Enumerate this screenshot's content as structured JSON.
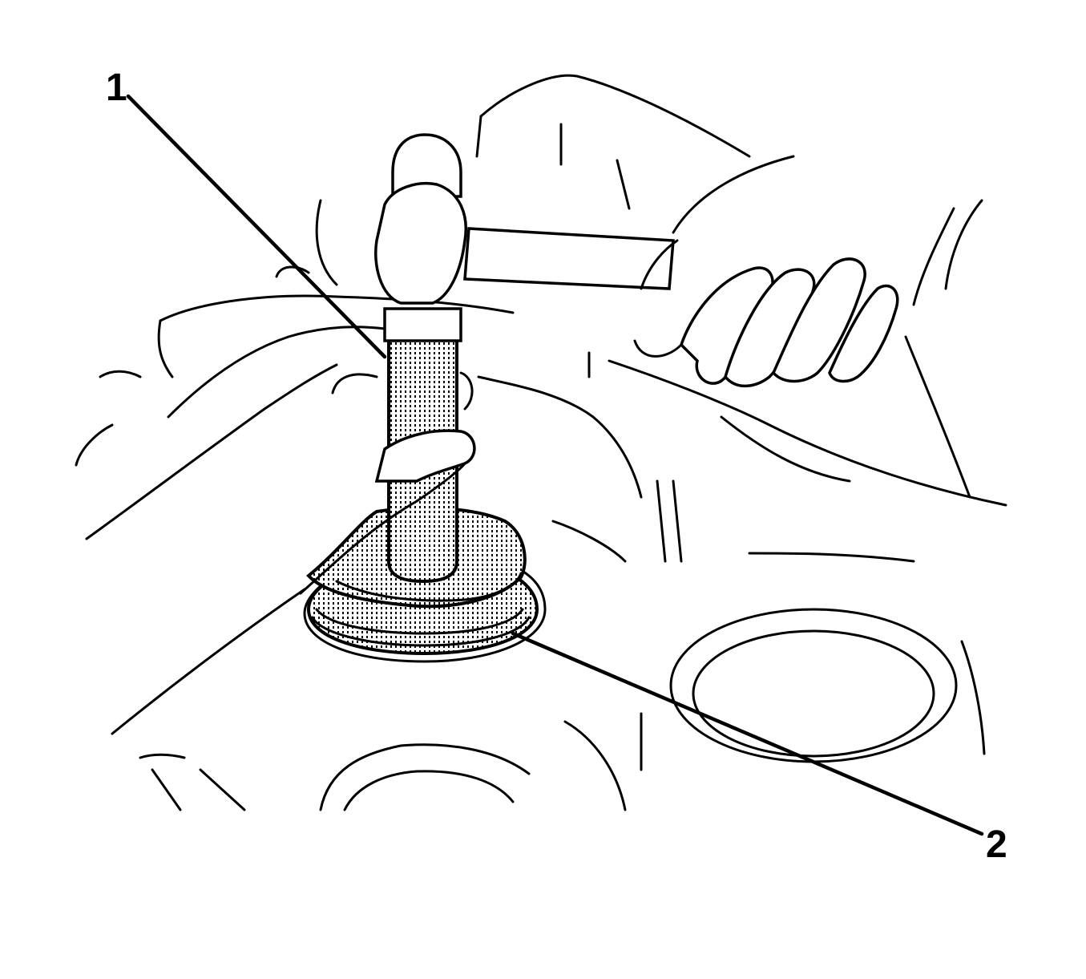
{
  "figure": {
    "description": "Line-art service illustration: hand holding a seal installer tool (1) over a seal (2) in a housing bore, struck with a hammer",
    "callouts": [
      {
        "id": "1",
        "label": "1",
        "target": "Seal installer tool"
      },
      {
        "id": "2",
        "label": "2",
        "target": "Seal"
      }
    ],
    "colors": {
      "ink": "#000000",
      "background": "#ffffff",
      "shading": "stippled dots"
    }
  }
}
